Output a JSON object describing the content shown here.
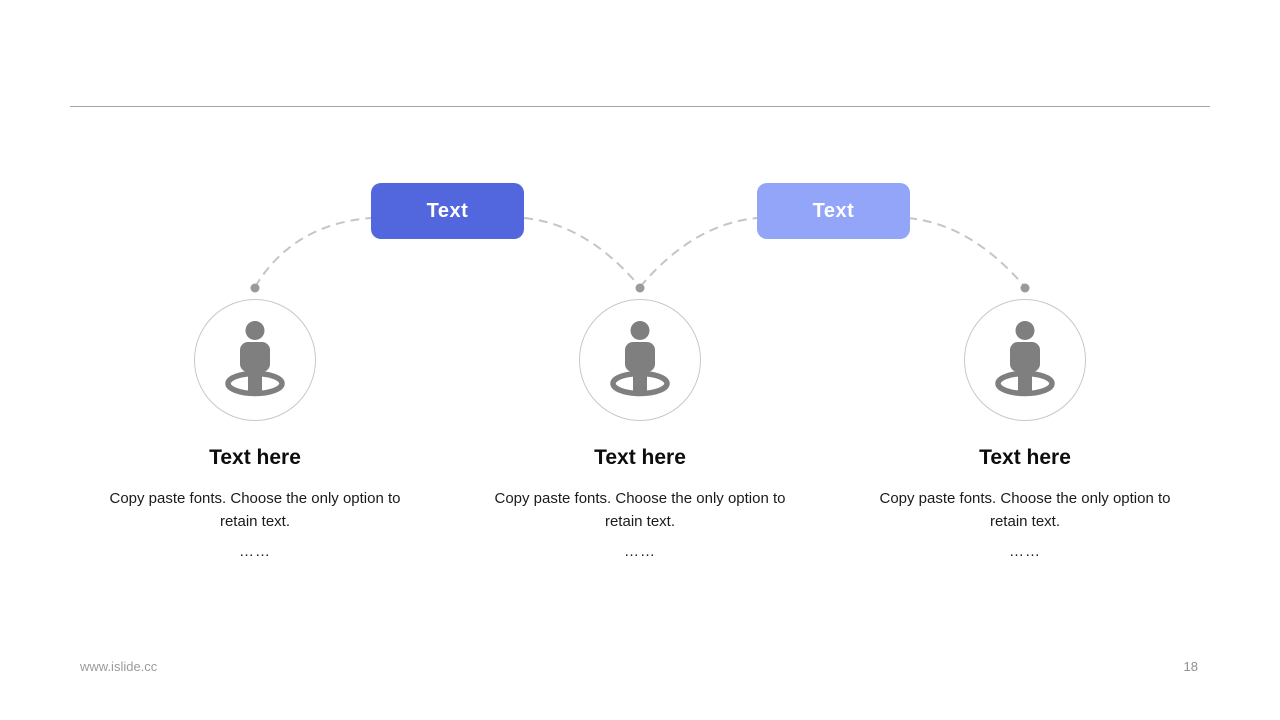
{
  "slide": {
    "background": "#ffffff",
    "divider_color": "#a6a6a6",
    "footer": {
      "url": "www.islide.cc",
      "page_number": "18"
    }
  },
  "diagram": {
    "buttons": [
      {
        "label": "Text",
        "color": "#5266dd",
        "text_color": "#ffffff"
      },
      {
        "label": "Text",
        "color": "#93a5f8",
        "text_color": "#ffffff"
      }
    ],
    "connector": {
      "style": "dashed-arc",
      "line_color": "#c5c5c5",
      "dot_color": "#9a9a9a"
    },
    "node_circle_border": "#c8c8c8",
    "icon_color": "#7f7f7f",
    "nodes": [
      {
        "icon": "person-location-icon",
        "title": "Text here",
        "description": "Copy paste fonts. Choose the only option to retain text.",
        "ellipsis": "……"
      },
      {
        "icon": "person-location-icon",
        "title": "Text here",
        "description": "Copy paste fonts. Choose the only option to retain text.",
        "ellipsis": "……"
      },
      {
        "icon": "person-location-icon",
        "title": "Text here",
        "description": "Copy paste fonts. Choose the only option to retain text.",
        "ellipsis": "……"
      }
    ]
  }
}
